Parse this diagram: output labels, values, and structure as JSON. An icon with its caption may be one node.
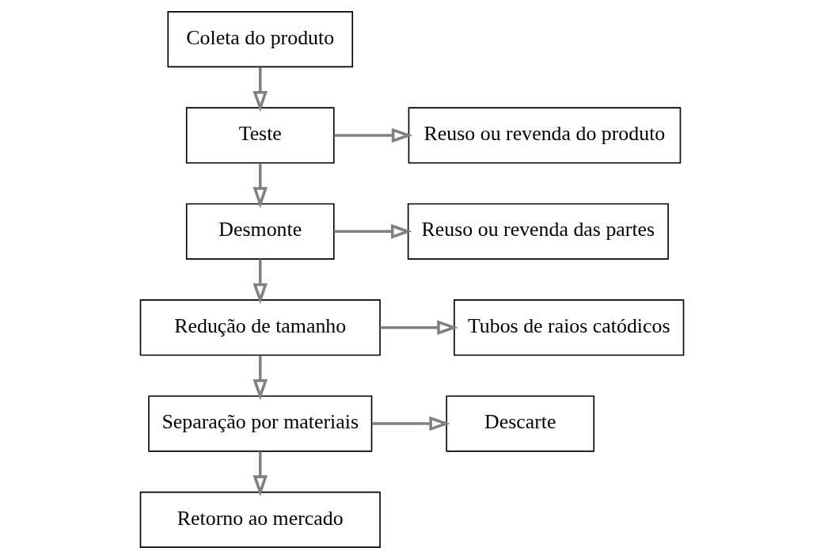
{
  "diagram": {
    "nodes": [
      {
        "text": [
          "Coleta do produto"
        ]
      },
      {
        "text": [
          "Teste"
        ]
      },
      {
        "text": [
          "Reuso ou revenda do produto"
        ]
      },
      {
        "text": [
          "Desmonte"
        ]
      },
      {
        "text": [
          "Reuso ou revenda das partes"
        ]
      },
      {
        "text": [
          "Tubos de raios catódicos"
        ]
      },
      {
        "text": [
          "Redução de tamanho"
        ]
      },
      {
        "text": [
          "Separação por materiais"
        ]
      },
      {
        "text": [
          "Descarte"
        ]
      },
      {
        "text": [
          "Retorno ao mercado"
        ]
      }
    ],
    "edges": [
      {
        "from": 0,
        "to": 1,
        "arrow": "to"
      },
      {
        "from": 1,
        "to": 2,
        "arrow": "to"
      },
      {
        "from": 1,
        "to": 3,
        "arrow": "to"
      },
      {
        "from": 3,
        "to": 4,
        "arrow": "to"
      },
      {
        "from": 3,
        "to": 6,
        "arrow": "to"
      },
      {
        "from": 6,
        "to": 5,
        "arrow": "to"
      },
      {
        "from": 6,
        "to": 7,
        "arrow": "to"
      },
      {
        "from": 7,
        "to": 8,
        "arrow": "to"
      },
      {
        "from": 7,
        "to": 9,
        "arrow": "to"
      }
    ]
  }
}
